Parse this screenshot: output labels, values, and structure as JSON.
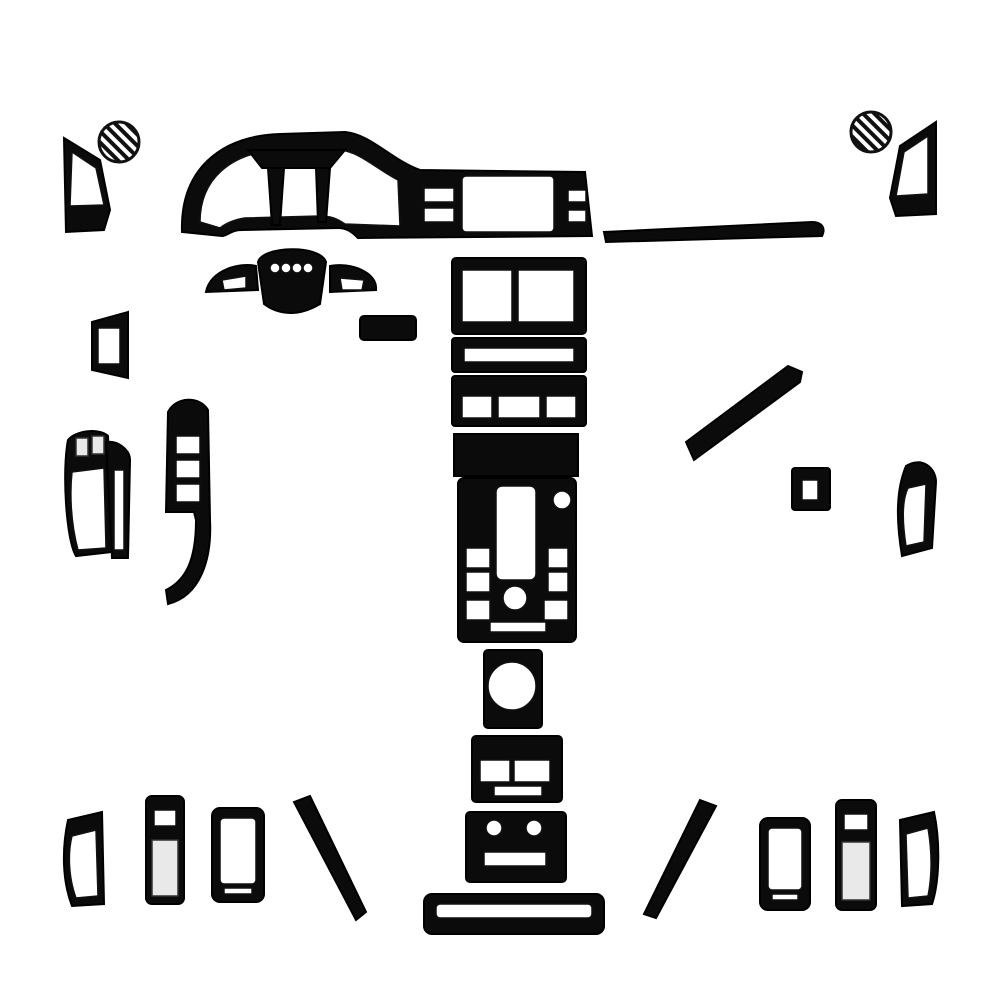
{
  "image": {
    "type": "product-photo",
    "background": "#ffffff",
    "trim_color": "#0b0b0b",
    "trim_finish": "carbon-fiber-black",
    "pieces": [
      {
        "name": "dashboard-cluster-trim",
        "icon": "dashboard-trim-icon"
      },
      {
        "name": "center-screen-bezel"
      },
      {
        "name": "passenger-dash-strip"
      },
      {
        "name": "steering-wheel-trim-set"
      },
      {
        "name": "center-console-panels"
      },
      {
        "name": "gear-shift-panel"
      },
      {
        "name": "cup-holder-trim"
      },
      {
        "name": "rear-vent-trim"
      },
      {
        "name": "storage-tray-trim"
      },
      {
        "name": "door-handle-trims"
      },
      {
        "name": "window-switch-panels"
      },
      {
        "name": "speaker-covers"
      },
      {
        "name": "air-vent-surrounds"
      },
      {
        "name": "door-strips"
      }
    ]
  }
}
